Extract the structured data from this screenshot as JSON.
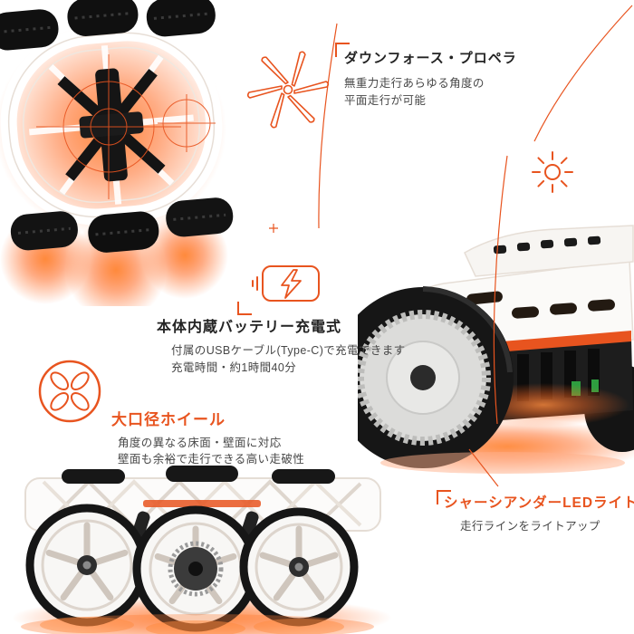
{
  "colors": {
    "accent": "#E8541F",
    "glow": "#FF6A22",
    "heading_dark": "#232323",
    "body_text": "#474747",
    "led_green": "#2E9E3F"
  },
  "icons": {
    "propeller": "propeller-icon",
    "battery": "battery-charging-icon",
    "wheel": "wheel-icon",
    "sun": "sun-icon"
  },
  "images": {
    "top": "rc-car-top-view",
    "angled": "rc-car-angled-view",
    "side": "rc-car-side-view"
  },
  "annotations": {
    "propeller": {
      "title": "ダウンフォース・プロペラ",
      "lines": [
        "無重力走行あらゆる角度の",
        "平面走行が可能"
      ]
    },
    "battery": {
      "title": "本体内蔵バッテリー充電式",
      "lines": [
        "付属のUSBケーブル(Type-C)で充電できます",
        "充電時間・約1時間40分"
      ]
    },
    "wheel": {
      "title": "大口径ホイール",
      "lines": [
        "角度の異なる床面・壁面に対応",
        "壁面も余裕で走行できる高い走破性"
      ]
    },
    "led": {
      "title": "シャーシアンダーLEDライト",
      "lines": [
        "走行ラインをライトアップ"
      ]
    }
  }
}
